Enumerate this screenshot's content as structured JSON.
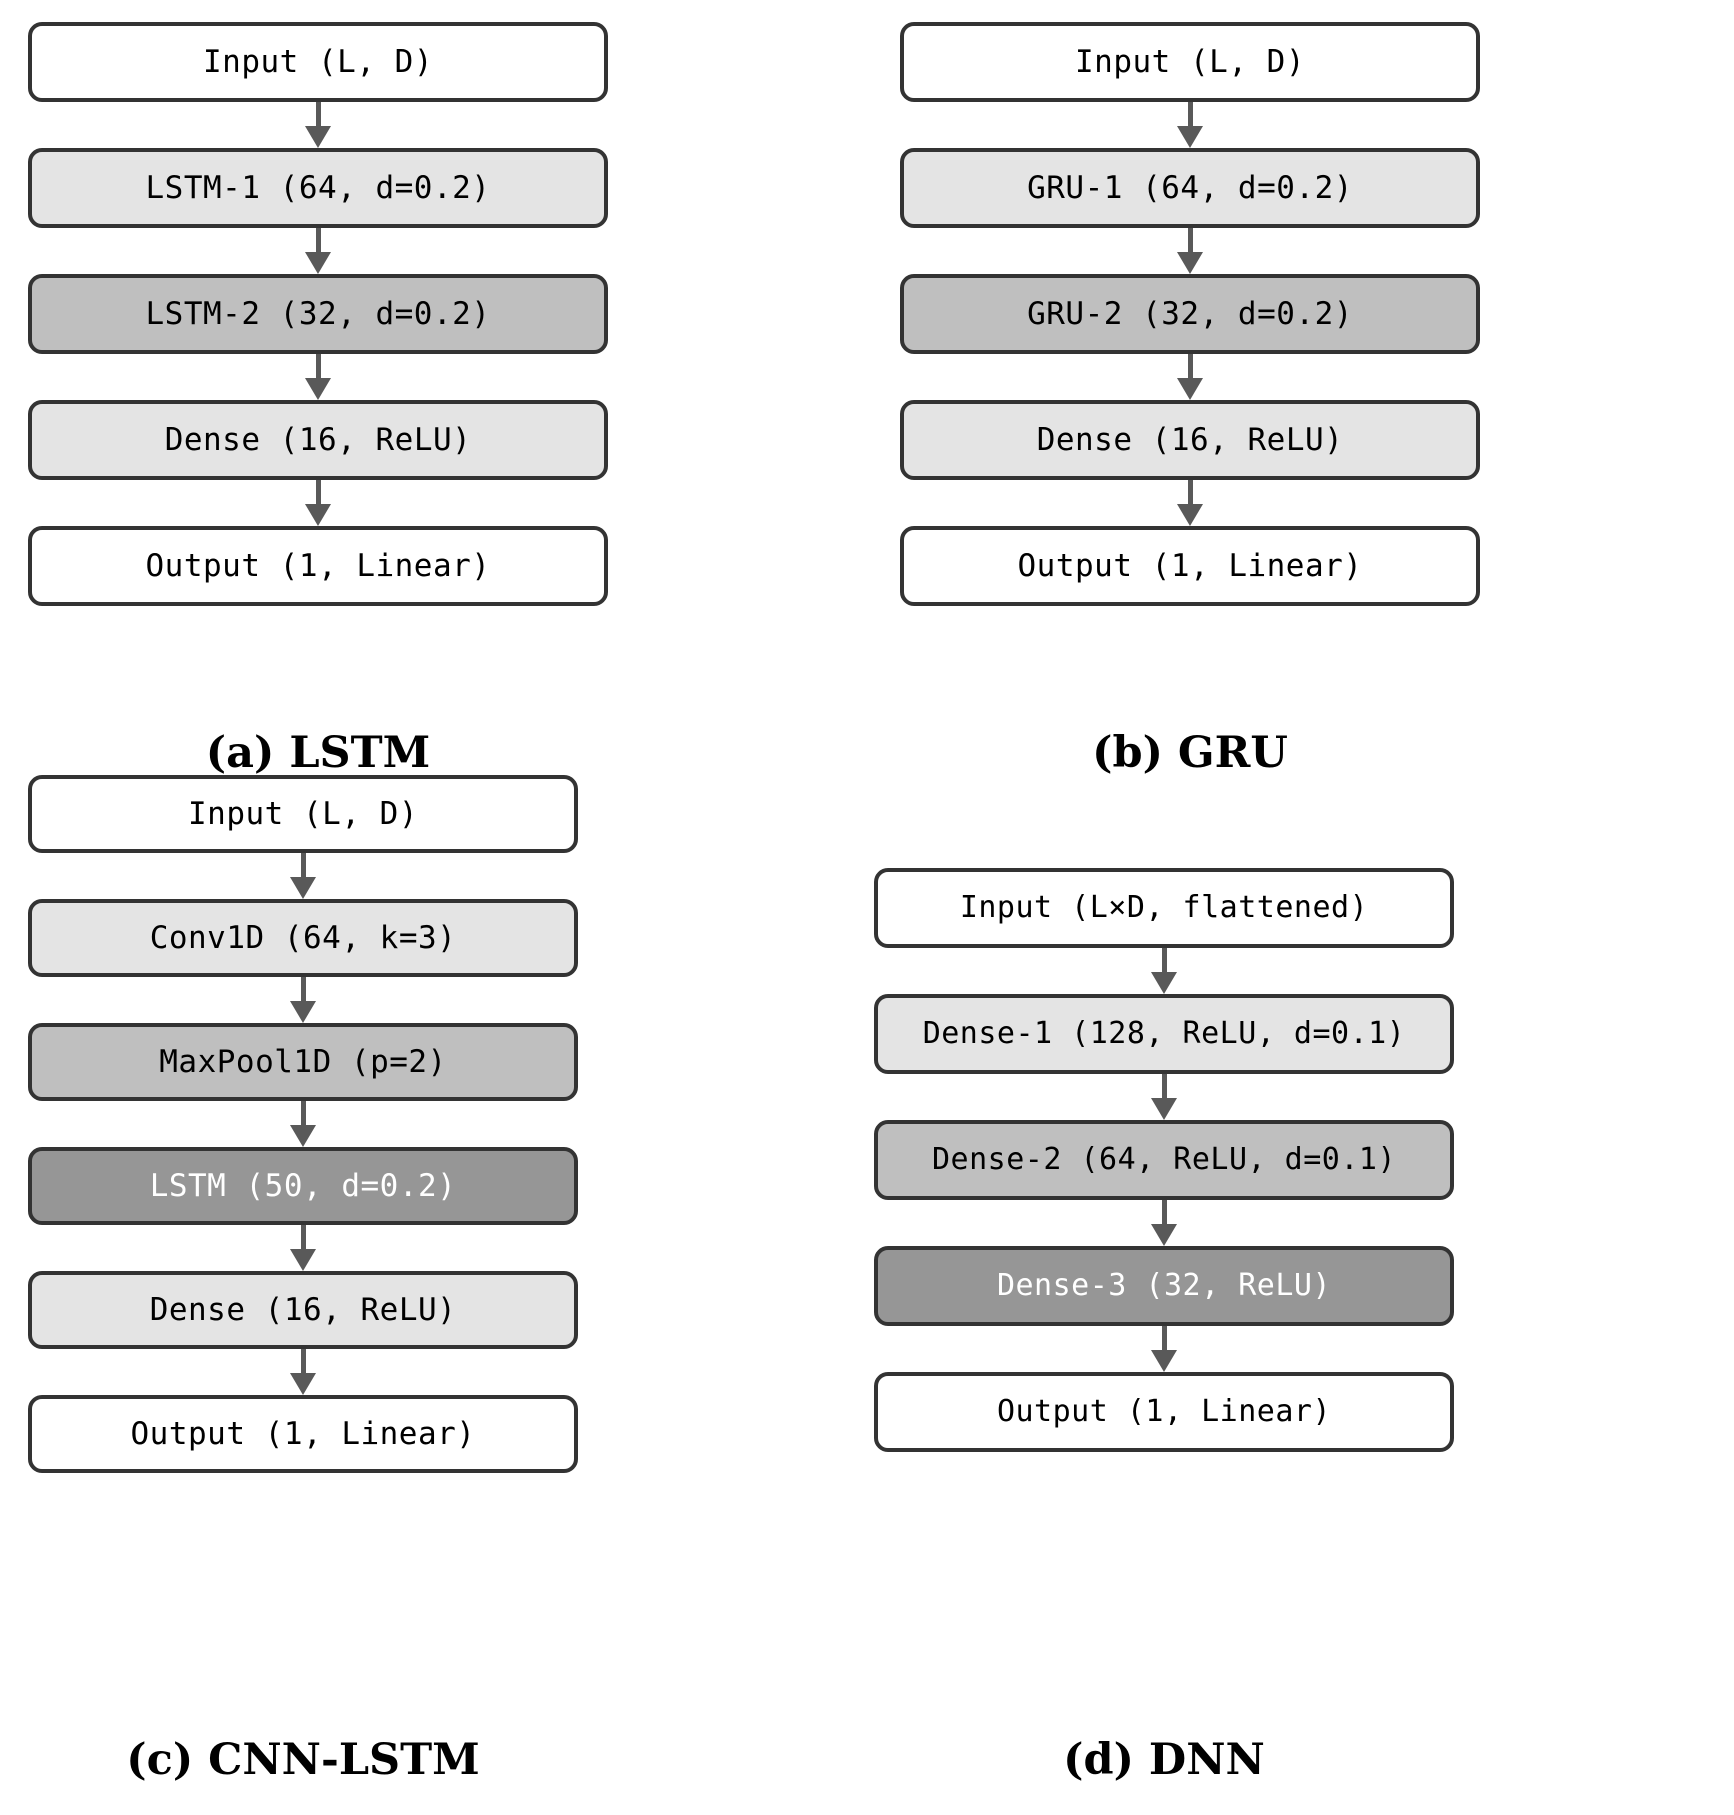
{
  "figure": {
    "type": "diagram",
    "subtype": "neural-network-architecture-flowcharts",
    "panel_count": 4,
    "shades": {
      "white": "#ffffff",
      "light_gray": "#e4e4e4",
      "mid_gray": "#bfbfbf",
      "dark_gray": "#969696",
      "border": "#333333",
      "arrow": "#595959",
      "text_dark": "#000000",
      "text_light": "#ffffff"
    }
  },
  "panels": [
    {
      "id": "a",
      "caption": "(a) LSTM",
      "layers": [
        {
          "label": "Input (L, D)",
          "shade": "white"
        },
        {
          "label": "LSTM-1 (64, d=0.2)",
          "shade": "light"
        },
        {
          "label": "LSTM-2 (32, d=0.2)",
          "shade": "mid"
        },
        {
          "label": "Dense (16, ReLU)",
          "shade": "light"
        },
        {
          "label": "Output (1, Linear)",
          "shade": "white"
        }
      ]
    },
    {
      "id": "b",
      "caption": "(b) GRU",
      "layers": [
        {
          "label": "Input (L, D)",
          "shade": "white"
        },
        {
          "label": "GRU-1 (64, d=0.2)",
          "shade": "light"
        },
        {
          "label": "GRU-2 (32, d=0.2)",
          "shade": "mid"
        },
        {
          "label": "Dense (16, ReLU)",
          "shade": "light"
        },
        {
          "label": "Output (1, Linear)",
          "shade": "white"
        }
      ]
    },
    {
      "id": "c",
      "caption": "(c) CNN-LSTM",
      "layers": [
        {
          "label": "Input (L, D)",
          "shade": "white"
        },
        {
          "label": "Conv1D (64, k=3)",
          "shade": "light"
        },
        {
          "label": "MaxPool1D (p=2)",
          "shade": "mid"
        },
        {
          "label": "LSTM (50, d=0.2)",
          "shade": "dark"
        },
        {
          "label": "Dense (16, ReLU)",
          "shade": "light"
        },
        {
          "label": "Output (1, Linear)",
          "shade": "white"
        }
      ]
    },
    {
      "id": "d",
      "caption": "(d) DNN",
      "layers": [
        {
          "label": "Input (L×D, flattened)",
          "shade": "white"
        },
        {
          "label": "Dense-1 (128, ReLU, d=0.1)",
          "shade": "light"
        },
        {
          "label": "Dense-2 (64, ReLU, d=0.1)",
          "shade": "mid"
        },
        {
          "label": "Dense-3 (32, ReLU)",
          "shade": "dark"
        },
        {
          "label": "Output (1, Linear)",
          "shade": "white"
        }
      ]
    }
  ]
}
